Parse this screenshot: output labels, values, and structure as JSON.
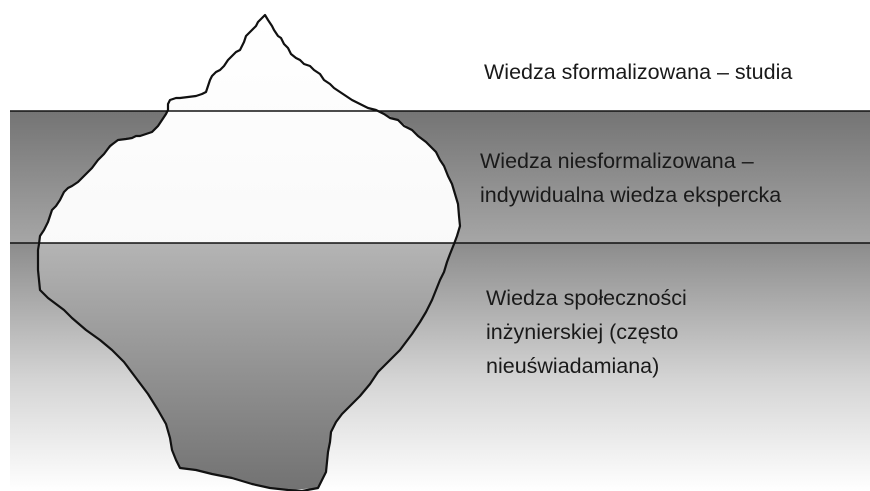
{
  "layers": {
    "top": {
      "lines": [
        "Wiedza sformalizowana – studia"
      ]
    },
    "middle": {
      "lines": [
        "Wiedza niesformalizowana –",
        "indywidualna wiedza ekspercka"
      ]
    },
    "bottom": {
      "lines": [
        "Wiedza społeczności",
        "inżynierskiej (często",
        "nieuświadamiana)"
      ]
    }
  },
  "colors": {
    "band_middle": "#747474",
    "band_bottom_top": "#8c8c8c",
    "band_bottom_end": "#ffffff",
    "iceberg_above": "#ffffff",
    "iceberg_below_top": "#f2f2f2",
    "iceberg_below_end": "#7a7a7a",
    "outline": "#111111"
  }
}
